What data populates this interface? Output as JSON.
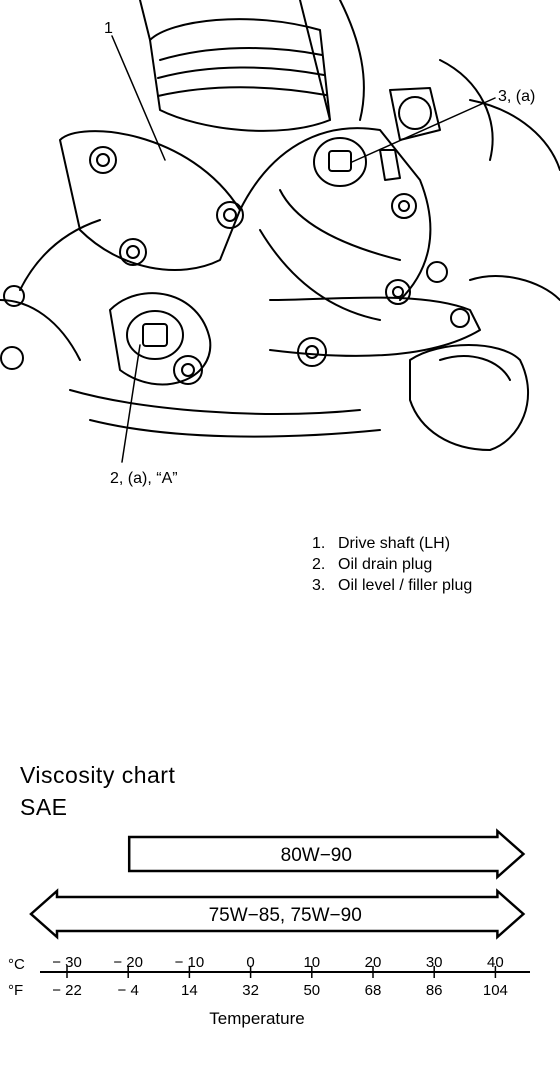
{
  "diagram": {
    "callouts": {
      "c1": "1",
      "c2": "2, (a), “A”",
      "c3": "3, (a)"
    },
    "legend": [
      {
        "num": "1.",
        "text": "Drive shaft (LH)"
      },
      {
        "num": "2.",
        "text": "Oil drain plug"
      },
      {
        "num": "3.",
        "text": "Oil level / filler plug"
      }
    ]
  },
  "viscosity": {
    "title": "Viscosity chart",
    "subtitle": "SAE",
    "grades": [
      {
        "label": "80W−90",
        "from_c": -20,
        "to_c": 40,
        "open_left": false,
        "open_right": true
      },
      {
        "label": "75W−85, 75W−90",
        "from_c": -30,
        "to_c": 40,
        "open_left": true,
        "open_right": true
      }
    ],
    "celsius_unit": "°C",
    "fahrenheit_unit": "°F",
    "celsius_ticks": [
      "− 30",
      "− 20",
      "− 10",
      "0",
      "10",
      "20",
      "30",
      "40"
    ],
    "celsius_values": [
      -30,
      -20,
      -10,
      0,
      10,
      20,
      30,
      40
    ],
    "fahrenheit_ticks": [
      "− 22",
      "− 4",
      "14",
      "32",
      "50",
      "68",
      "86",
      "104"
    ],
    "axis_label": "Temperature"
  }
}
